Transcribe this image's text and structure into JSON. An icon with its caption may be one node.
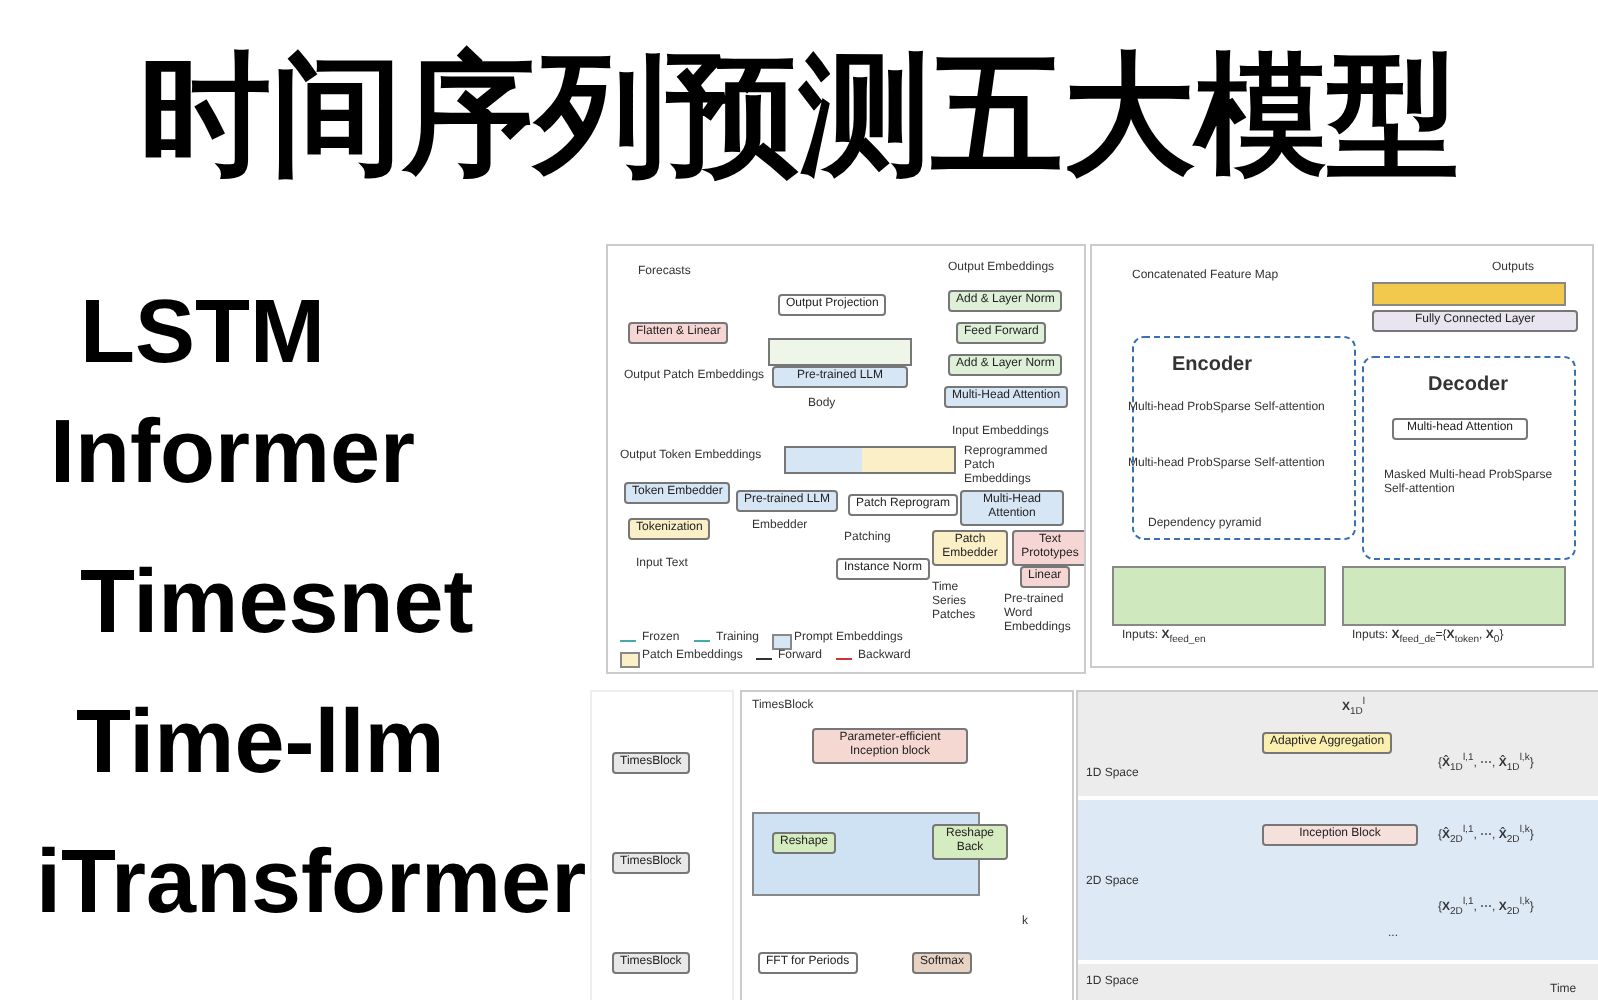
{
  "diagram": {
    "title": "时间序列预测五大模型",
    "labels": [
      "LSTM",
      "Informer",
      "Timesnet",
      "Time-llm",
      "iTransformer",
      "Forecasts",
      "Flatten & Linear",
      "Output Patch Embeddings",
      "Output Projection",
      "Pre-trained LLM",
      "Body",
      "Output Embeddings",
      "Add & Layer Norm",
      "Feed Forward",
      "Add & Layer Norm",
      "Multi-Head Attention",
      "Input Embeddings",
      "Output Token Embeddings",
      "Token Embedder",
      "Tokenization",
      "Input Text",
      "Pre-trained LLM",
      "Embedder",
      "Patch Reprogram",
      "Patching",
      "Instance Norm",
      "Reprogrammed Patch Embeddings",
      "Multi-Head Attention",
      "Patch Embedder",
      "Text Prototypes",
      "Linear",
      "Time Series Patches",
      "Pre-trained Word Embeddings",
      "Concatenated Feature Map",
      "Outputs",
      "Fully Connected Layer",
      "Encoder",
      "Multi-head ProbSparse Self-attention",
      "Multi-head ProbSparse Self-attention",
      "Dependency pyramid",
      "Decoder",
      "Multi-head Attention",
      "Masked Multi-head ProbSparse Self-attention",
      "Inputs: **X**$_{feed_en}$",
      "Inputs: **X**$_{feed_de}$={**X**$_{token}$, **X**$_{0}$}",
      "TimesBlock",
      "TimesBlock",
      "TimesBlock",
      "TimesBlock",
      "Parameter-efficient Inception block",
      "Reshape",
      "Reshape Back",
      "FFT for Periods",
      "Softmax",
      "k",
      "**X**$_{1D}$$^{l}$",
      "Adaptive Aggregation",
      "1D Space",
      "{**X̂**$_{1D}$$^{l,1}$, ⋯, **X̂**$_{1D}$$^{l,k}$}",
      "Inception Block",
      "{**X̂**$_{2D}$$^{l,1}$, ⋯, **X̂**$_{2D}$$^{l,k}$}",
      "2D Space",
      "{**X**$_{2D}$$^{l,1}$, ⋯, **X**$_{2D}$$^{l,k}$}",
      "...",
      "1D Space",
      "Time"
    ],
    "legend": [
      {
        "text": "Frozen"
      },
      {
        "text": "Training"
      },
      {
        "text": "Prompt Embeddings",
        "color": "#d6e6f5"
      },
      {
        "text": "Patch Embeddings",
        "color": "#fbefc8"
      },
      {
        "text": "Forward"
      },
      {
        "text": "Backward"
      }
    ]
  }
}
